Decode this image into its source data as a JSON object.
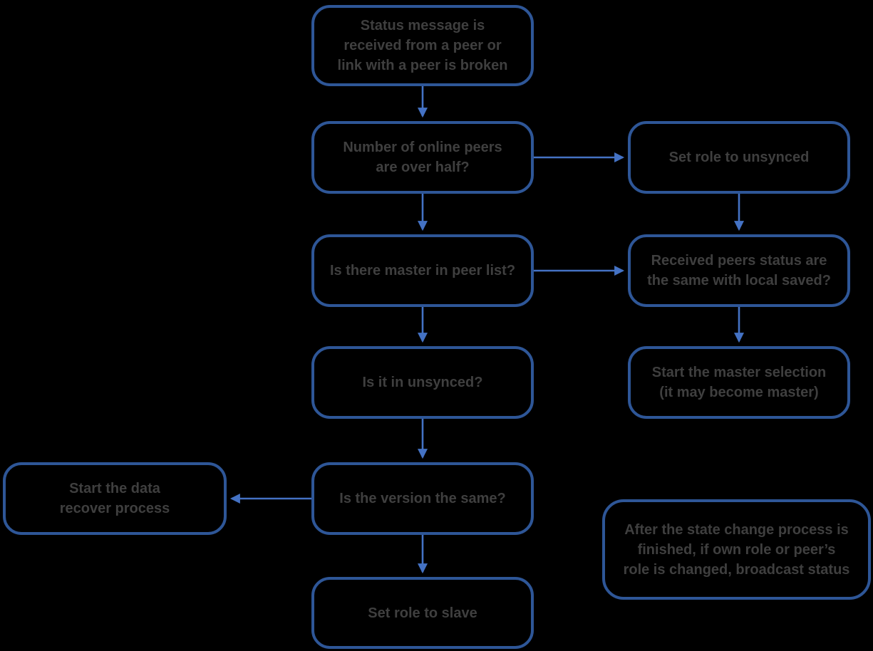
{
  "diagram": {
    "colors": {
      "background": "#000000",
      "node_border": "#2e5697",
      "arrow": "#4472c4",
      "text": "#3f3f3f"
    },
    "nodes": {
      "status_received": {
        "label": "Status message is\nreceived from a peer or\nlink with a peer is broken"
      },
      "online_peers_over_half": {
        "label": "Number of online peers\nare over half?"
      },
      "set_role_unsynced": {
        "label": "Set role to unsynced"
      },
      "master_in_peer_list": {
        "label": "Is there master in peer list?"
      },
      "peers_status_same": {
        "label": "Received peers status are\nthe same with local saved?"
      },
      "is_in_unsynced": {
        "label": "Is it in unsynced?"
      },
      "start_master_selection": {
        "label": "Start the master selection\n(it may become master)"
      },
      "is_version_same": {
        "label": "Is the version the same?"
      },
      "start_data_recover": {
        "label": "Start the data\nrecover process"
      },
      "set_role_slave": {
        "label": "Set role to slave"
      },
      "broadcast_note": {
        "label": "After the state change process is\nfinished, if own role or peer’s\nrole is changed, broadcast status"
      }
    },
    "edges": [
      {
        "from": "status_received",
        "to": "online_peers_over_half",
        "direction": "down"
      },
      {
        "from": "online_peers_over_half",
        "to": "set_role_unsynced",
        "direction": "right"
      },
      {
        "from": "online_peers_over_half",
        "to": "master_in_peer_list",
        "direction": "down"
      },
      {
        "from": "set_role_unsynced",
        "to": "peers_status_same",
        "direction": "down"
      },
      {
        "from": "master_in_peer_list",
        "to": "peers_status_same",
        "direction": "right"
      },
      {
        "from": "master_in_peer_list",
        "to": "is_in_unsynced",
        "direction": "down"
      },
      {
        "from": "peers_status_same",
        "to": "start_master_selection",
        "direction": "down"
      },
      {
        "from": "is_in_unsynced",
        "to": "is_version_same",
        "direction": "down"
      },
      {
        "from": "is_version_same",
        "to": "start_data_recover",
        "direction": "left"
      },
      {
        "from": "is_version_same",
        "to": "set_role_slave",
        "direction": "down"
      }
    ]
  }
}
